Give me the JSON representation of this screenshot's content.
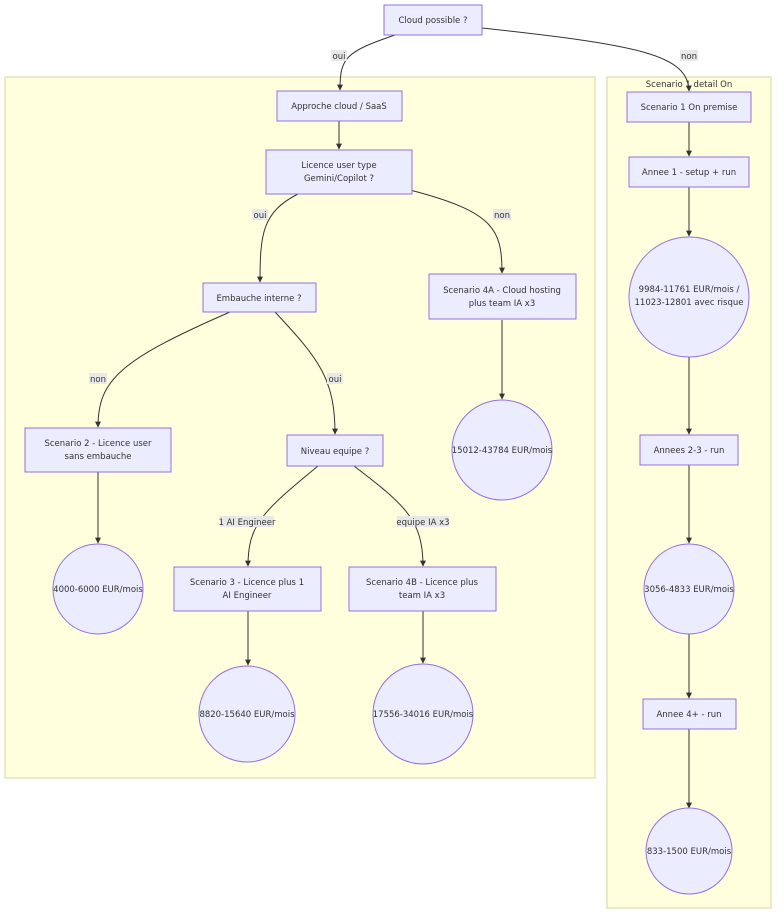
{
  "clusters": {
    "left": {
      "title": ""
    },
    "right": {
      "title": "Scenario 1 detail On"
    }
  },
  "nodes": {
    "cloud_possible": [
      "Cloud possible ?"
    ],
    "approche_cloud": [
      "Approche cloud / SaaS"
    ],
    "licence_user": [
      "Licence user type",
      "Gemini/Copilot ?"
    ],
    "embauche": [
      "Embauche interne ?"
    ],
    "scenario4a": [
      "Scenario 4A - Cloud hosting",
      "plus team IA x3"
    ],
    "cost4a": [
      "15012-43784 EUR/mois"
    ],
    "scenario2": [
      "Scenario 2 - Licence user",
      "sans embauche"
    ],
    "cost2": [
      "4000-6000 EUR/mois"
    ],
    "niveau": [
      "Niveau equipe ?"
    ],
    "scenario3": [
      "Scenario 3 - Licence plus 1",
      "AI Engineer"
    ],
    "cost3": [
      "8820-15640 EUR/mois"
    ],
    "scenario4b": [
      "Scenario 4B - Licence plus",
      "team IA x3"
    ],
    "cost4b": [
      "17556-34016 EUR/mois"
    ],
    "scenario1": [
      "Scenario 1 On premise"
    ],
    "annee1": [
      "Annee 1 - setup + run"
    ],
    "cost_y1": [
      "9984-11761 EUR/mois /",
      "11023-12801 avec risque"
    ],
    "annees23": [
      "Annees 2-3 - run"
    ],
    "cost_y23": [
      "3056-4833 EUR/mois"
    ],
    "annee4": [
      "Annee 4+ - run"
    ],
    "cost_y4": [
      "833-1500 EUR/mois"
    ]
  },
  "edge_labels": {
    "oui_cloud": "oui",
    "non_cloud": "non",
    "oui_licence": "oui",
    "non_licence": "non",
    "non_embauche": "non",
    "oui_embauche": "oui",
    "one_ai": "1 AI Engineer",
    "equipe_ia": "equipe IA x3"
  }
}
